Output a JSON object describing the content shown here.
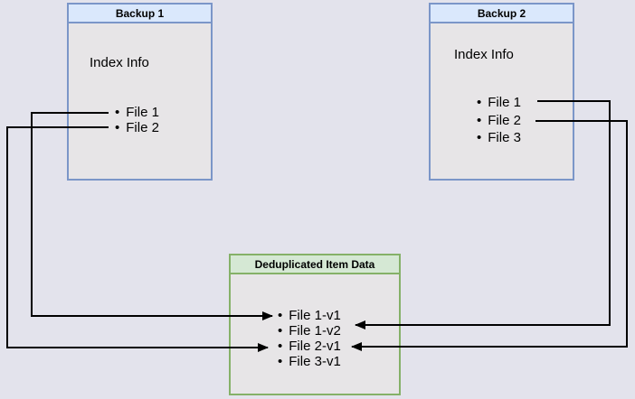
{
  "page": {
    "background": "#e3e3ec",
    "box_fill": "#e7e5e7",
    "line_color": "#000000"
  },
  "boxes": {
    "backup1": {
      "title": "Backup 1",
      "subtitle": "Index Info",
      "items": [
        "File 1",
        "File 2"
      ],
      "header_fill": "#dae8fc",
      "border_color": "#7b96c8"
    },
    "backup2": {
      "title": "Backup 2",
      "subtitle": "Index Info",
      "items": [
        "File 1",
        "File 2",
        "File 3"
      ],
      "header_fill": "#dae8fc",
      "border_color": "#7b96c8"
    },
    "dedup": {
      "title": "Deduplicated Item Data",
      "items": [
        "File 1-v1",
        "File 1-v2",
        "File 2-v1",
        "File 3-v1"
      ],
      "header_fill": "#d5e8d4",
      "border_color": "#85b168"
    }
  },
  "connections": [
    {
      "from": "Backup 1 / File 1",
      "to": "Deduplicated Item Data / File 1-v1",
      "side": "left"
    },
    {
      "from": "Backup 1 / File 2",
      "to": "Deduplicated Item Data / File 2-v1",
      "side": "left"
    },
    {
      "from": "Backup 2 / File 1",
      "to": "Deduplicated Item Data / File 1-v2",
      "side": "right"
    },
    {
      "from": "Backup 2 / File 2",
      "to": "Deduplicated Item Data / File 2-v1",
      "side": "right"
    }
  ]
}
